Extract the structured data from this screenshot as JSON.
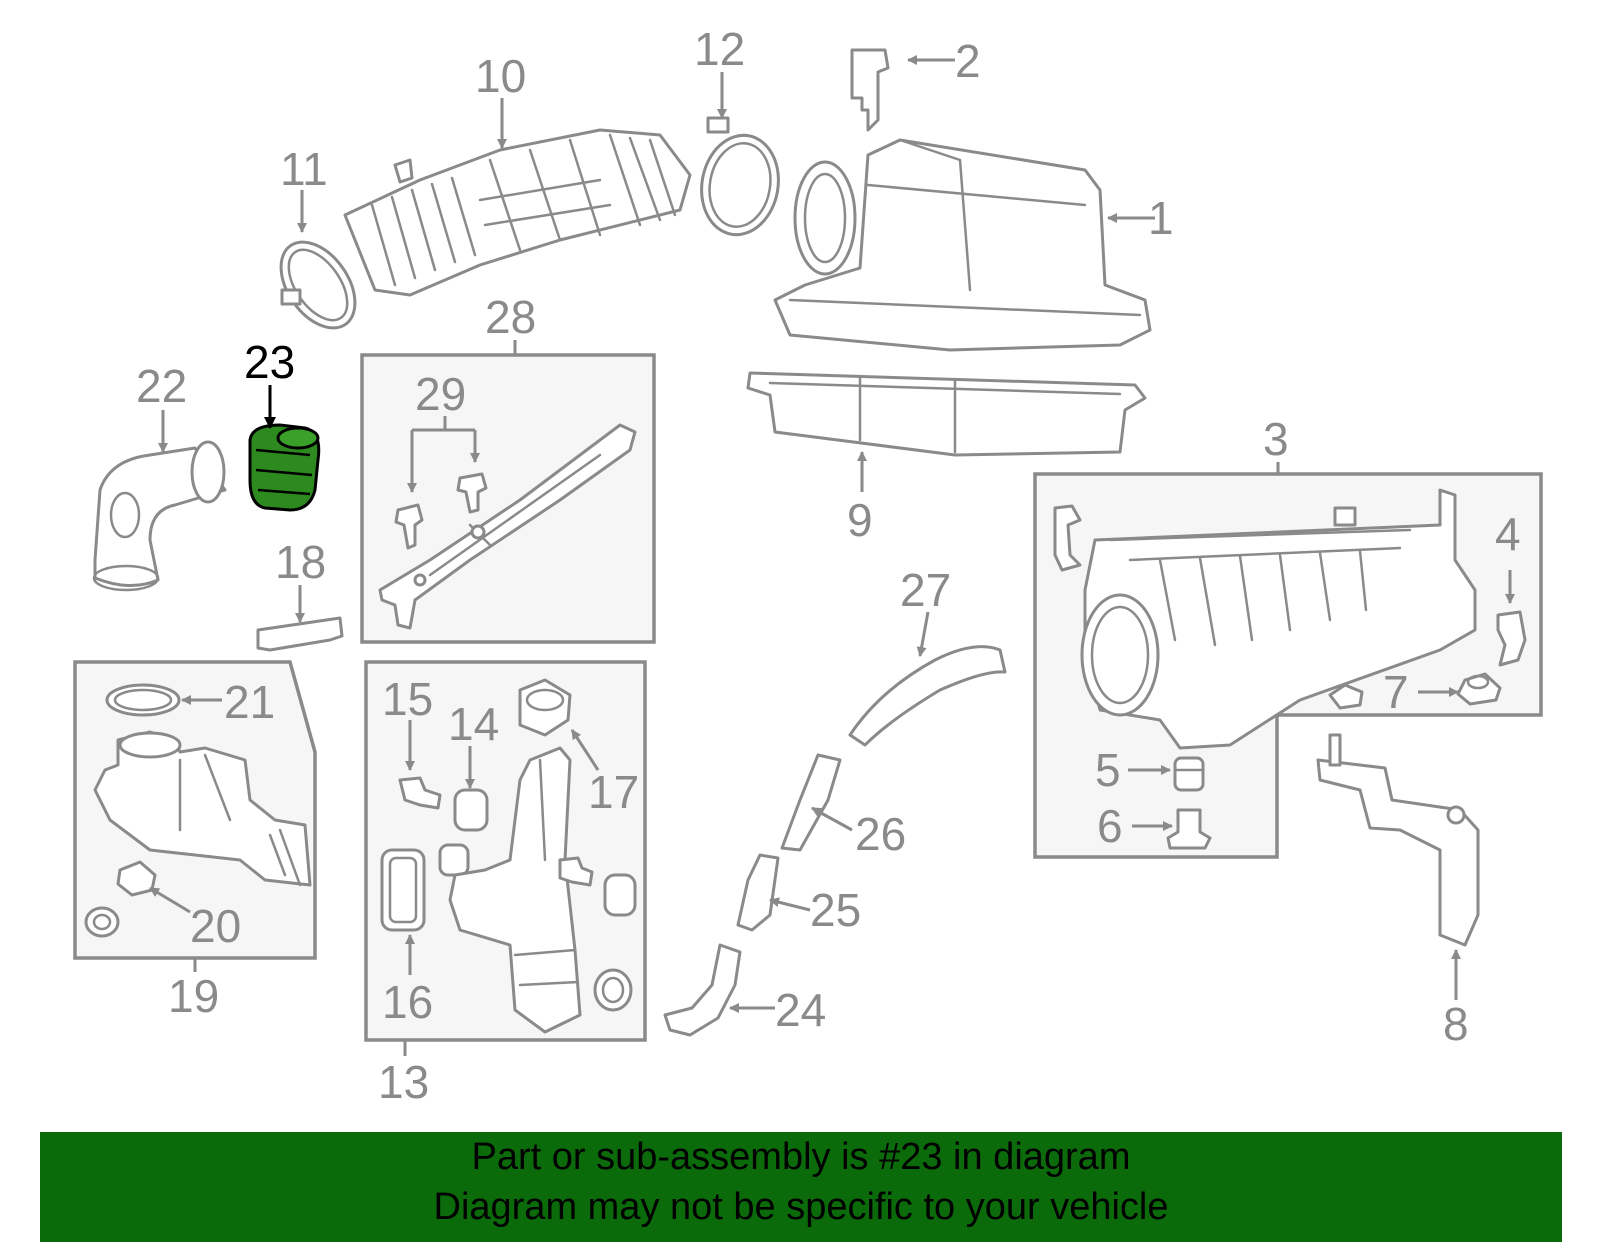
{
  "diagram": {
    "highlight_part": "23",
    "colors": {
      "line": "#8a8a8a",
      "highlight_text": "#000000",
      "highlight_fill": "#2d8a1e",
      "banner_bg": "#0b6b0b",
      "box_fill": "#f6f6f6"
    },
    "labels": [
      "1",
      "2",
      "3",
      "4",
      "5",
      "6",
      "7",
      "8",
      "9",
      "10",
      "11",
      "12",
      "13",
      "14",
      "15",
      "16",
      "17",
      "18",
      "19",
      "20",
      "21",
      "22",
      "23",
      "24",
      "25",
      "26",
      "27",
      "28",
      "29"
    ]
  },
  "banner": {
    "line1": "Part or sub-assembly is #23 in diagram",
    "line2": "Diagram may not be specific to your vehicle"
  }
}
